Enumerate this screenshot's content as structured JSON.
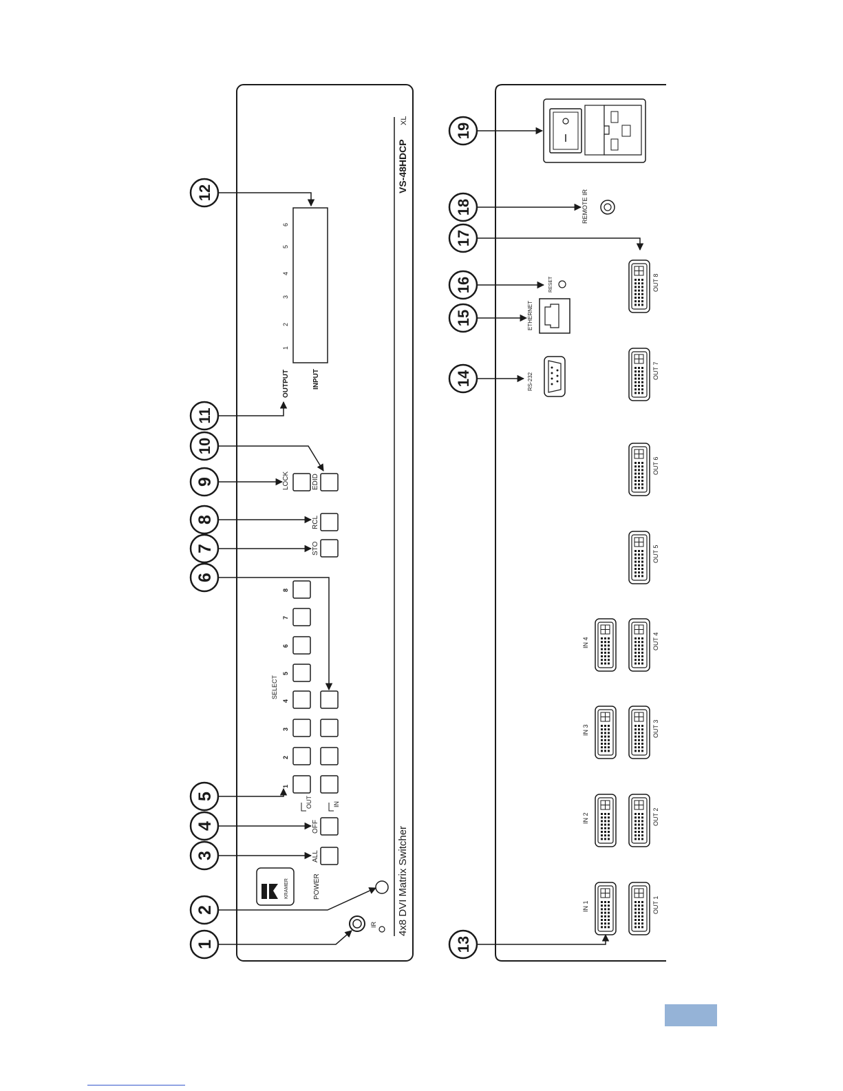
{
  "front_panel": {
    "model": "VS-48HDCP",
    "model_suffix": "XL",
    "description": "4x8 DVI Matrix Switcher",
    "logo_text": "KRAMER",
    "ir_label": "IR",
    "power_label": "POWER",
    "all_label": "ALL",
    "off_label": "OFF",
    "out_label": "OUT",
    "in_label": "IN",
    "select_label": "SELECT",
    "select_numbers": [
      "1",
      "2",
      "3",
      "4",
      "5",
      "6",
      "7",
      "8"
    ],
    "sto_label": "STO",
    "rcl_label": "RCL",
    "lock_label": "LOCK",
    "edid_label": "EDID",
    "output_label": "OUTPUT",
    "input_label": "INPUT",
    "display_columns": [
      "1",
      "2",
      "3",
      "4",
      "5",
      "6"
    ]
  },
  "rear_panel": {
    "in_ports": [
      "IN 1",
      "IN 2",
      "IN 3",
      "IN 4"
    ],
    "out_ports": [
      "OUT 1",
      "OUT 2",
      "OUT 3",
      "OUT 4",
      "OUT 5",
      "OUT 6",
      "OUT 7",
      "OUT 8"
    ],
    "rs232_label": "RS-232",
    "ethernet_label": "ETHERNET",
    "reset_label": "RESET",
    "remote_ir_label": "REMOTE IR"
  },
  "callouts": [
    "1",
    "2",
    "3",
    "4",
    "5",
    "6",
    "7",
    "8",
    "9",
    "10",
    "11",
    "12",
    "13",
    "14",
    "15",
    "16",
    "17",
    "18",
    "19"
  ],
  "colors": {
    "line": "#1a1a1a",
    "page_tab": "#95b3d7"
  }
}
